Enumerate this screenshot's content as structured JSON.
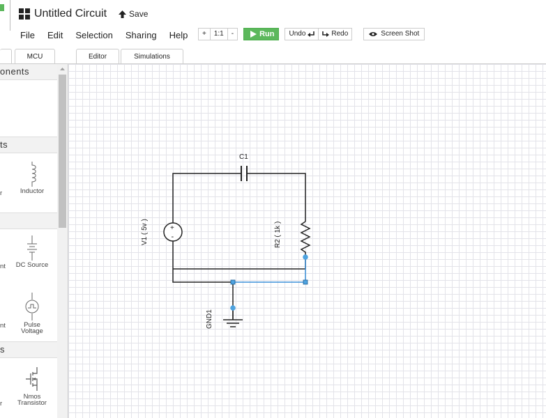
{
  "header": {
    "title": "Untitled Circuit",
    "save_label": "Save"
  },
  "menu": [
    "File",
    "Edit",
    "Selection",
    "Sharing",
    "Help"
  ],
  "toolbar": {
    "zoom_in": "+",
    "zoom_reset": "1:1",
    "zoom_out": "-",
    "run_label": "Run",
    "undo_label": "Undo",
    "redo_label": "Redo",
    "screenshot_label": "Screen Shot"
  },
  "left_tabs": [
    "",
    "MCU"
  ],
  "editor_tabs": [
    "Editor",
    "Simulations"
  ],
  "sidebar": {
    "sections": [
      "onents",
      "ts",
      "",
      "s"
    ],
    "components": {
      "inductor": "Inductor",
      "dc_source": "DC Source",
      "pulse_voltage_1": "Pulse",
      "pulse_voltage_2": "Voltage",
      "nmos_1": "Nmos",
      "nmos_2": "Transistor"
    },
    "fragments": {
      "row1": "r",
      "row2": "nt",
      "row3": "nt",
      "row4": "r"
    }
  },
  "circuit": {
    "capacitor_label": "C1",
    "voltage_label": "V1 ( 5v )",
    "resistor_label": "R2 ( 1k )",
    "ground_label": "GND1",
    "plus_sign": "+",
    "minus_sign": "-"
  },
  "colors": {
    "run_green": "#5cb85c",
    "wire": "#222222",
    "selected_wire": "#3a8fd8",
    "node": "#4ea3e0"
  }
}
